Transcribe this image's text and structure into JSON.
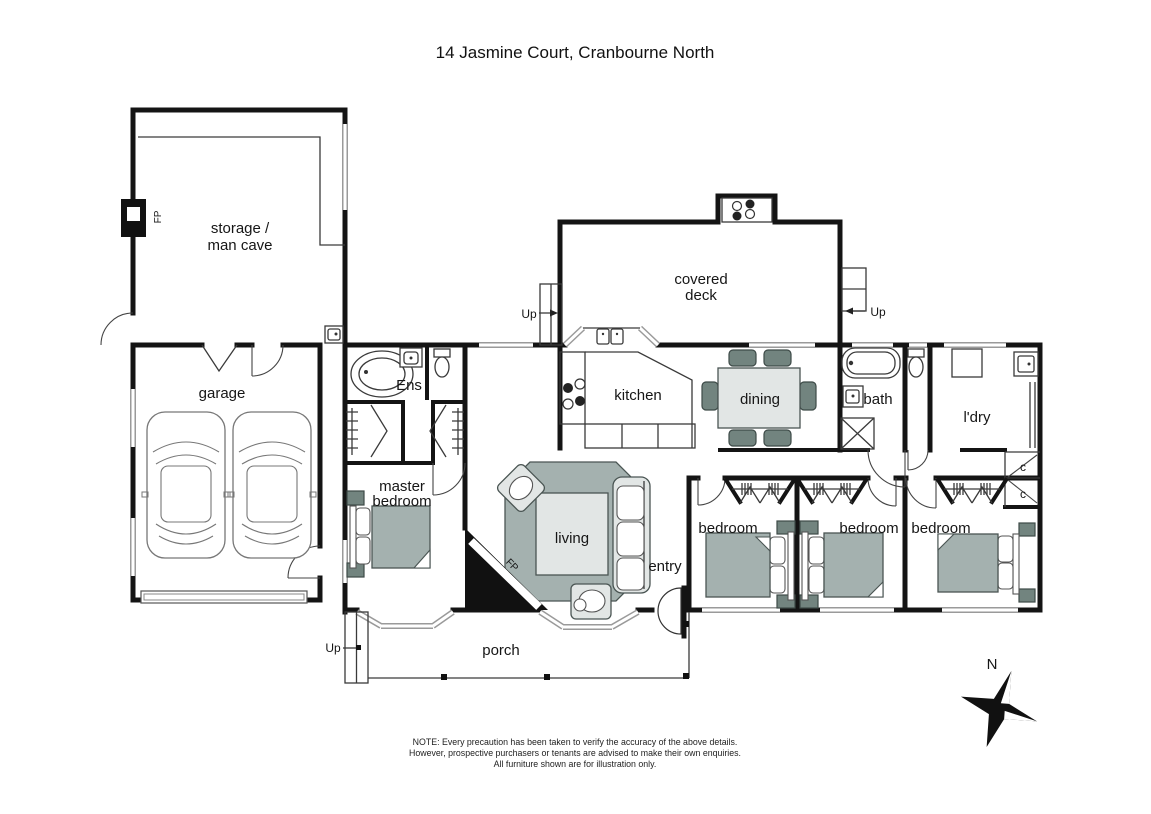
{
  "title": "14 Jasmine Court, Cranbourne North",
  "rooms": {
    "storage": {
      "line1": "storage /",
      "line2": "man cave"
    },
    "garage": "garage",
    "covered_deck": {
      "line1": "covered",
      "line2": "deck"
    },
    "kitchen": "kitchen",
    "dining": "dining",
    "bath": "bath",
    "laundry": "l'dry",
    "ensuite": "Ens",
    "master_bedroom": {
      "line1": "master",
      "line2": "bedroom"
    },
    "living": "living",
    "entry": "entry",
    "bedroom1": "bedroom",
    "bedroom2": "bedroom",
    "bedroom3": "bedroom",
    "porch": "porch"
  },
  "markers": {
    "fireplace": "FP",
    "up": "Up",
    "cupboard": "c",
    "north": "N"
  },
  "note": {
    "line1": "NOTE: Every precaution has been taken to verify the accuracy of the above details.",
    "line2": "However, prospective purchasers or tenants are advised to make their own enquiries.",
    "line3": "All furniture shown are for illustration only."
  },
  "colors": {
    "wall": "#141414",
    "furniture_light": "#e2e6e5",
    "furniture_mid": "#a4b1af",
    "furniture_dark": "#72847f",
    "window_gray": "#9a9a9a"
  }
}
